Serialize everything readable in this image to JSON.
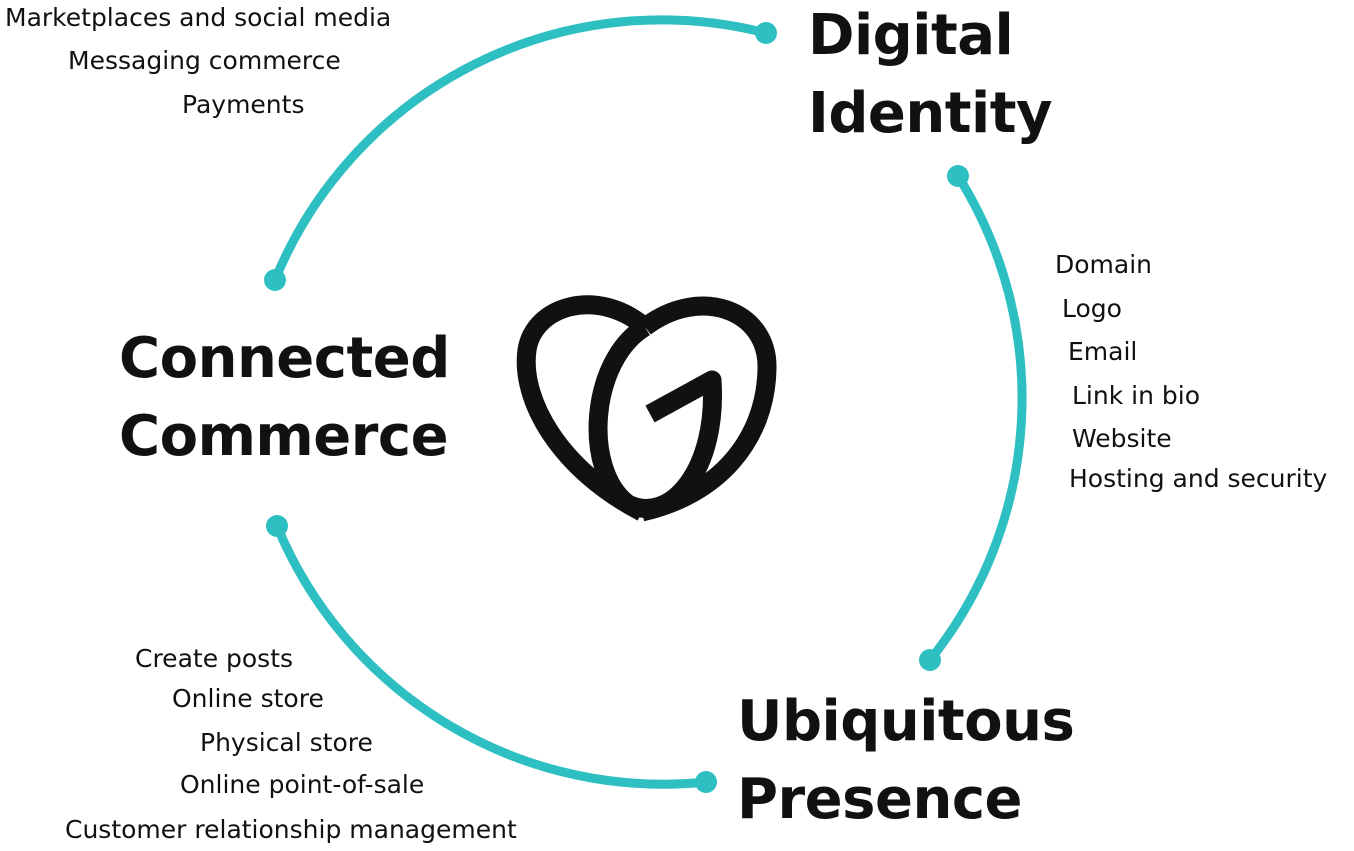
{
  "accent_color": "#2EBFC2",
  "logo": {
    "icon": "heart-g-logo-icon",
    "color": "#111111"
  },
  "sections": {
    "digital_identity": {
      "title_line1": "Digital",
      "title_line2": "Identity",
      "items": [
        "Domain",
        "Logo",
        "Email",
        "Link in bio",
        "Website",
        "Hosting and security"
      ]
    },
    "ubiquitous_presence": {
      "title_line1": "Ubiquitous",
      "title_line2": "Presence",
      "items": [
        "Create posts",
        "Online store",
        "Physical store",
        "Online point-of-sale",
        "Customer relationship management"
      ]
    },
    "connected_commerce": {
      "title_line1": "Connected",
      "title_line2": "Commerce",
      "items": [
        "Marketplaces and social media",
        "Messaging commerce",
        "Payments"
      ]
    }
  }
}
